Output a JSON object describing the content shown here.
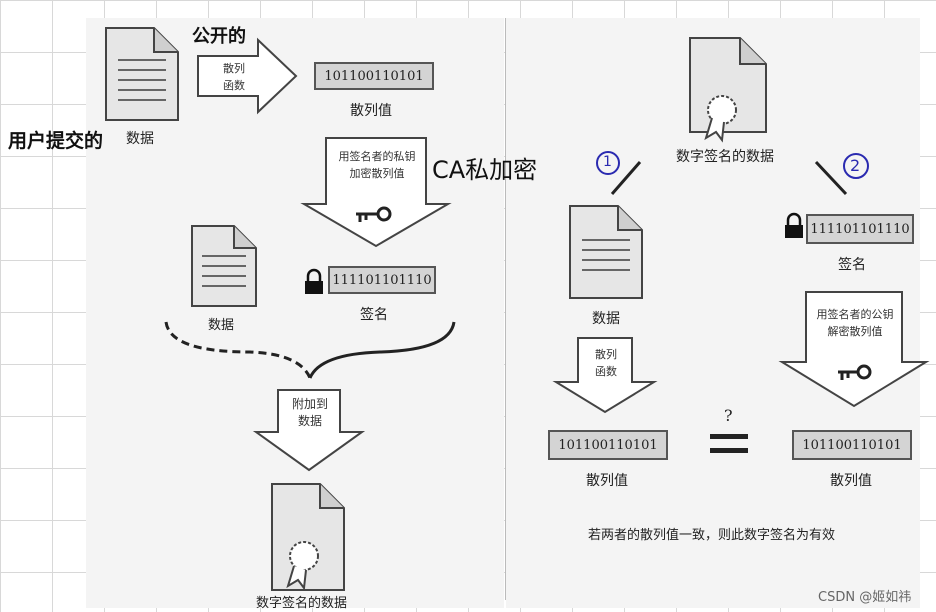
{
  "annotations": {
    "public_label": "公开的",
    "user_submitted": "用户提交的",
    "ca_encrypt": "CA私加密",
    "circle_1": "1",
    "circle_2": "2"
  },
  "left": {
    "hash_function_label": "散列\n函数",
    "hash_value": "101100110101",
    "hash_value_caption": "散列值",
    "data_caption_top": "数据",
    "private_key_encrypt_label": "用签名者的私钥\n加密散列值",
    "data_caption_mid": "数据",
    "signature_value": "111101101110",
    "signature_caption": "签名",
    "attach_label": "附加到\n数据",
    "signed_data_caption": "数字签名的数据"
  },
  "right": {
    "signed_data_caption": "数字签名的数据",
    "data_caption": "数据",
    "signature_value": "111101101110",
    "signature_caption": "签名",
    "hash_function_label": "散列\n函数",
    "public_key_decrypt_label": "用签名者的公钥\n解密散列值",
    "hash_value_left": "101100110101",
    "hash_value_right": "101100110101",
    "hash_caption_left": "散列值",
    "hash_caption_right": "散列值",
    "question_mark": "?",
    "conclusion": "若两者的散列值一致，则此数字签名为有效"
  },
  "watermark": "CSDN @姬如祎"
}
